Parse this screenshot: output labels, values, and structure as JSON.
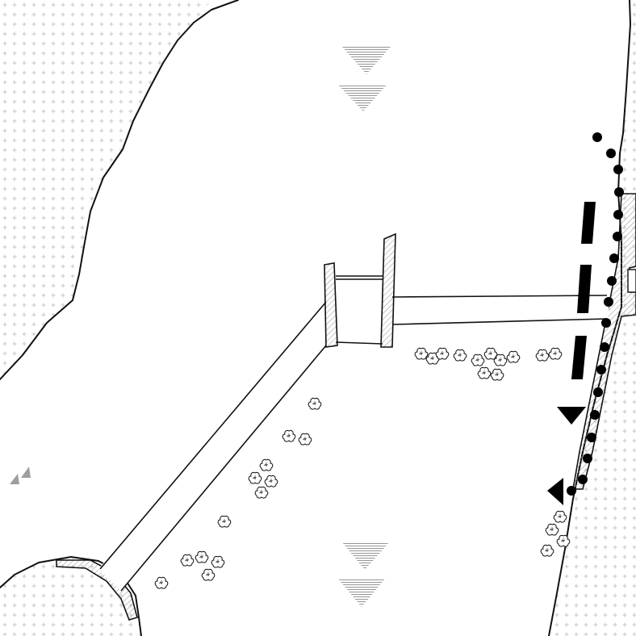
{
  "diagram": {
    "kind": "site-plan",
    "colors": {
      "land_pattern": "#bdbdbd",
      "water": "#ffffff",
      "outline": "#111111",
      "hatch": "#9a9a9a",
      "marker": "#000000",
      "water_level_symbol": "#8a8a8a"
    },
    "symbols": {
      "water_level": "inverted-triangle-hatched",
      "flow_arrows": "arrowhead",
      "vegetation": "shrub-cluster",
      "path": "dotted-line",
      "route": "dashed-line"
    }
  }
}
